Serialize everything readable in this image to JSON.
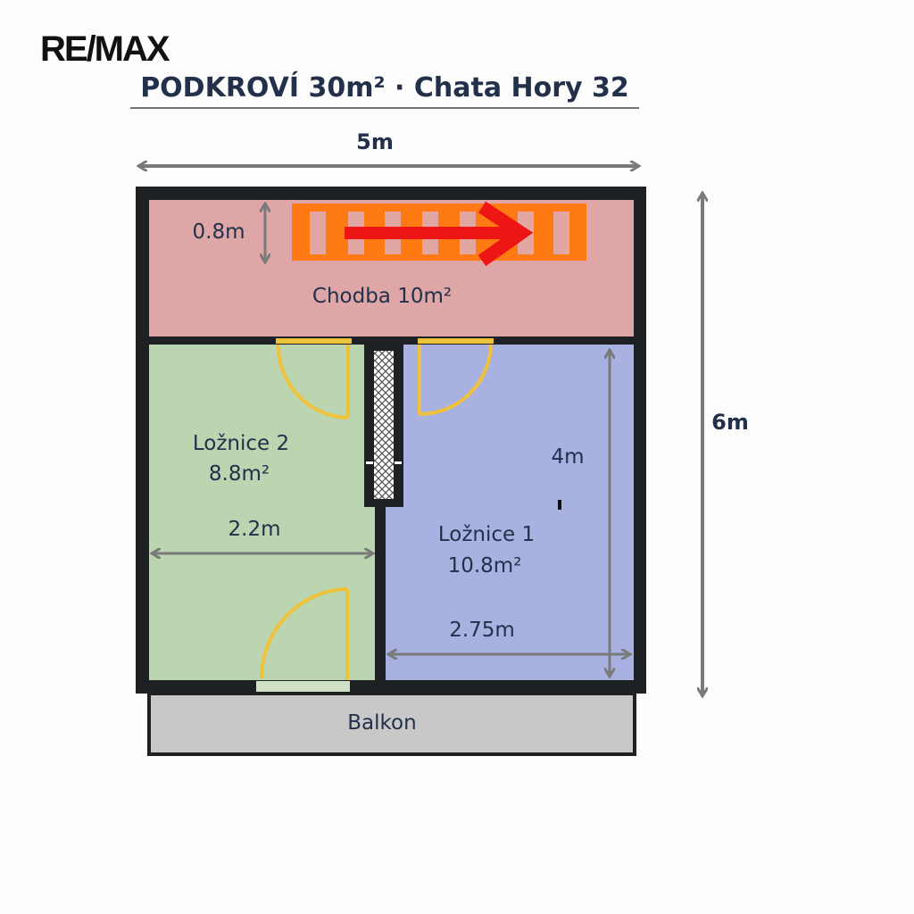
{
  "logo": "RE/MAX",
  "title": "PODKROVÍ 30m² · Chata Hory 32",
  "dimensions": {
    "total_width": "5m",
    "total_height": "6m",
    "stairs_width": "0.8m",
    "bedroom1_height": "4m",
    "bedroom2_width": "2.2m",
    "bedroom1_width": "2.75m"
  },
  "rooms": {
    "hallway": {
      "name": "Chodba 10m²",
      "color": "#dea6a6"
    },
    "bedroom2": {
      "name": "Ložnice 2",
      "area": "8.8m²",
      "color": "#bcd5b1"
    },
    "bedroom1": {
      "name": "Ložnice 1",
      "area": "10.8m²",
      "color": "#a9b1e0"
    },
    "balcony": {
      "name": "Balkon",
      "color": "#c8c8c8"
    }
  },
  "colors": {
    "wall": "#1e2124",
    "door": "#f0c23a",
    "stairs": "#ff7a12",
    "stairs_arrow": "#ee1515",
    "dim_arrow": "#7a7a7a"
  }
}
